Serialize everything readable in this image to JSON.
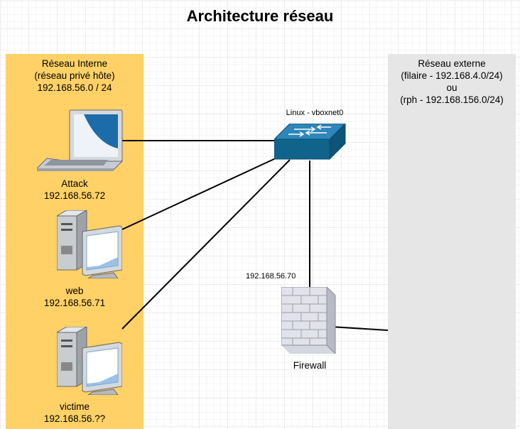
{
  "title": "Architecture réseau",
  "zones": {
    "internal": {
      "line1": "Réseau Interne",
      "line2": "(réseau privé hôte)",
      "line3": "192.168.56.0 / 24",
      "color": "#ffd166"
    },
    "external": {
      "line1": "Réseau externe",
      "line2": "(filaire - 192.168.4.0/24)",
      "line3": "ou",
      "line4": "(rph - 192.168.156.0/24)",
      "color": "#e6e6e6"
    }
  },
  "nodes": {
    "attack": {
      "name": "Attack",
      "ip": "192.168.56.72",
      "icon": "laptop-icon"
    },
    "web": {
      "name": "web",
      "ip": "192.168.56.71",
      "icon": "desktop-computer-icon"
    },
    "victime": {
      "name": "victime",
      "ip": "192.168.56.??",
      "icon": "desktop-computer-icon"
    },
    "switch": {
      "label": "Linux - vboxnet0",
      "icon": "network-switch-icon",
      "color": "#10648c"
    },
    "firewall": {
      "name": "Firewall",
      "ip": "192.168.56.70",
      "icon": "firewall-icon"
    }
  }
}
